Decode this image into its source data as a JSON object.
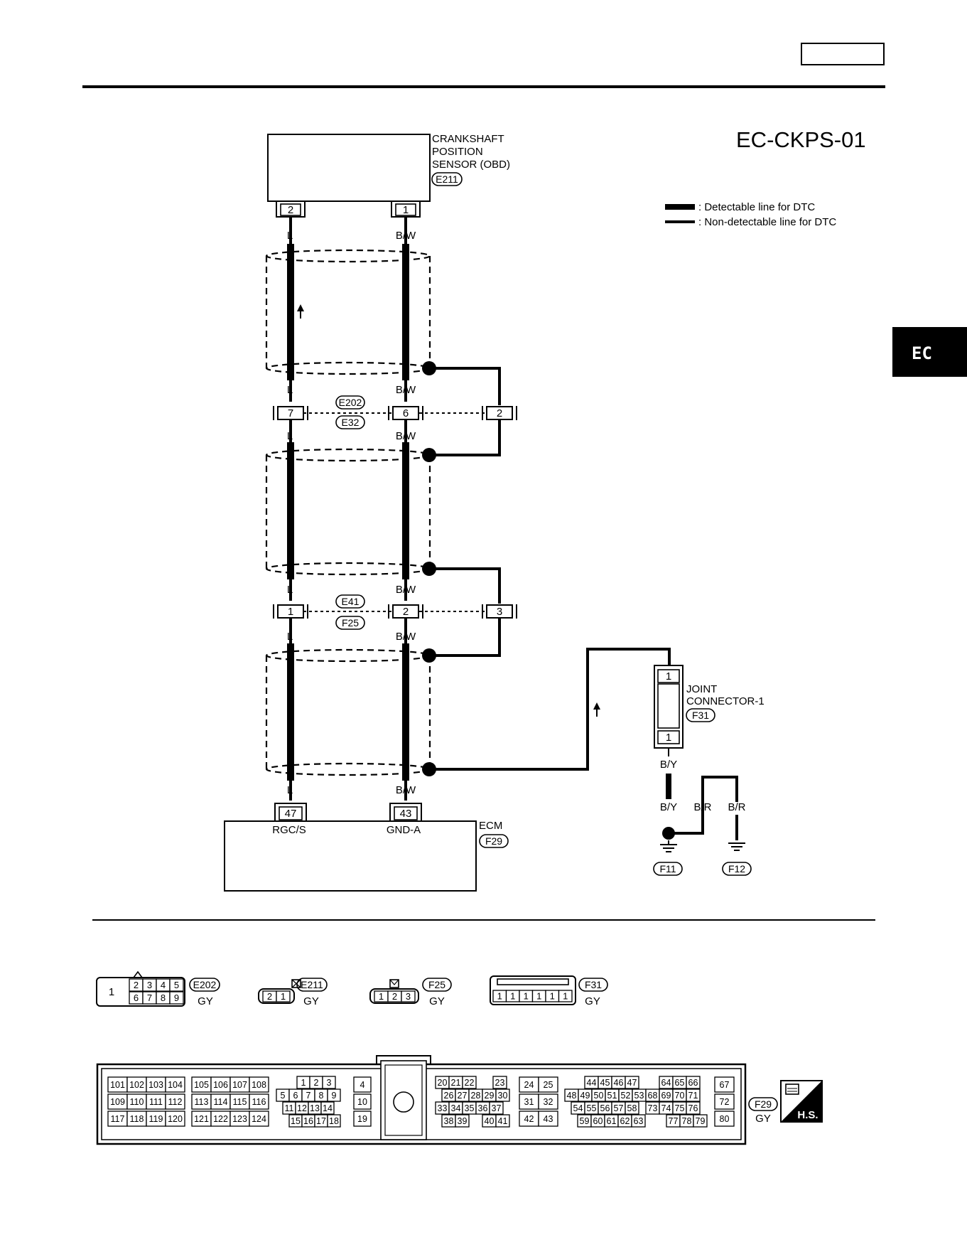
{
  "header": {
    "page_code": ""
  },
  "side_tab": {
    "label": "EC"
  },
  "diagram": {
    "code": "EC-CKPS-01",
    "legend": {
      "detectable": ": Detectable line for DTC",
      "non_detectable": ": Non-detectable line for DTC"
    },
    "sensor": {
      "name_line1": "CRANKSHAFT",
      "name_line2": "POSITION",
      "name_line3": "SENSOR (OBD)",
      "connector": "E211",
      "pin_left": "2",
      "pin_right": "1"
    },
    "wire_left_color": "L",
    "wire_right_color": "B/W",
    "junction1": {
      "top_connector": "E202",
      "bottom_connector": "E32",
      "pin_left": "7",
      "pin_mid": "6",
      "pin_shield": "2"
    },
    "junction2": {
      "top_connector": "E41",
      "bottom_connector": "F25",
      "pin_left": "1",
      "pin_mid": "2",
      "pin_shield": "3"
    },
    "ecm": {
      "name": "ECM",
      "connector": "F29",
      "pin_left": "47",
      "pin_right": "43",
      "term_left": "RGC/S",
      "term_right": "GND-A"
    },
    "joint": {
      "name_line1": "JOINT",
      "name_line2": "CONNECTOR-1",
      "connector": "F31",
      "pin_top": "1",
      "pin_bottom": "1",
      "wire_by": "B/Y",
      "wire_by2": "B/Y",
      "wire_br1": "B/R",
      "wire_br2": "B/R",
      "ground1": "F11",
      "ground2": "F12"
    }
  },
  "connectors": {
    "e202": {
      "id": "E202",
      "color": "GY",
      "pin_big": "1",
      "row1": [
        "2",
        "3",
        "4",
        "5"
      ],
      "row2": [
        "6",
        "7",
        "8",
        "9"
      ]
    },
    "e211": {
      "id": "E211",
      "color": "GY",
      "pins": [
        "2",
        "1"
      ]
    },
    "f25": {
      "id": "F25",
      "color": "GY",
      "pins": [
        "1",
        "2",
        "3"
      ]
    },
    "f31": {
      "id": "F31",
      "color": "GY",
      "pins": [
        "1",
        "1",
        "1",
        "1",
        "1",
        "1"
      ]
    },
    "f29": {
      "id": "F29",
      "color": "GY",
      "badge": "H.S.",
      "g1": [
        [
          "101",
          "102",
          "103",
          "104"
        ],
        [
          "109",
          "110",
          "111",
          "112"
        ],
        [
          "117",
          "118",
          "119",
          "120"
        ]
      ],
      "g2": [
        [
          "105",
          "106",
          "107",
          "108"
        ],
        [
          "113",
          "114",
          "115",
          "116"
        ],
        [
          "121",
          "122",
          "123",
          "124"
        ]
      ],
      "g3": [
        [
          "1",
          "2",
          "3"
        ],
        [
          "5",
          "6",
          "7",
          "8",
          "9"
        ],
        [
          "11",
          "12",
          "13",
          "14"
        ],
        [
          "15",
          "16",
          "17",
          "18"
        ]
      ],
      "g4": [
        "4",
        "10",
        "19"
      ],
      "g5": [
        [
          "20",
          "21",
          "22",
          "23"
        ],
        [
          "26",
          "27",
          "28",
          "29",
          "30"
        ],
        [
          "33",
          "34",
          "35",
          "36",
          "37"
        ],
        [
          "38",
          "39",
          "40",
          "41"
        ]
      ],
      "g6": [
        [
          "24",
          "25"
        ],
        [
          "31",
          "32"
        ],
        [
          "42",
          "43"
        ]
      ],
      "g7": [
        [
          "44",
          "45",
          "46",
          "47",
          "64",
          "65",
          "66"
        ],
        [
          "48",
          "49",
          "50",
          "51",
          "52",
          "53",
          "68",
          "69",
          "70",
          "71"
        ],
        [
          "54",
          "55",
          "56",
          "57",
          "58",
          "73",
          "74",
          "75",
          "76"
        ],
        [
          "59",
          "60",
          "61",
          "62",
          "63",
          "77",
          "78",
          "79"
        ]
      ],
      "g8": [
        "67",
        "72",
        "80"
      ]
    }
  }
}
